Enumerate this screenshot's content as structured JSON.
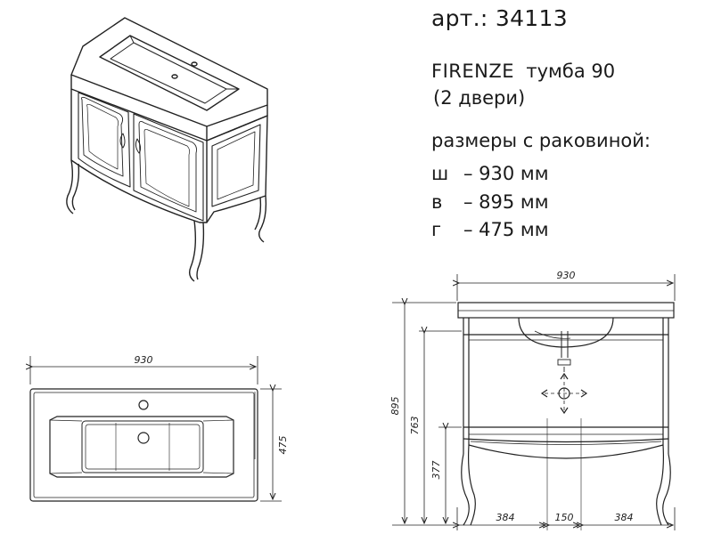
{
  "article": "арт.: 34113",
  "model": {
    "name": "FIRENZE",
    "type": "тумба 90"
  },
  "doors": "(2 двери)",
  "sizes_title": "размеры с раковиной:",
  "dimensions": [
    {
      "key": "ш",
      "value": "– 930 мм"
    },
    {
      "key": "в",
      "value": "– 895 мм"
    },
    {
      "key": "г",
      "value": "– 475 мм"
    }
  ],
  "top_view": {
    "width_label": "930",
    "depth_label": "475"
  },
  "front_view": {
    "width_label": "930",
    "height_label": "895",
    "sink_height_label": "763",
    "shelf_height_label": "377",
    "bottom_labels": [
      "384",
      "150",
      "384"
    ]
  }
}
